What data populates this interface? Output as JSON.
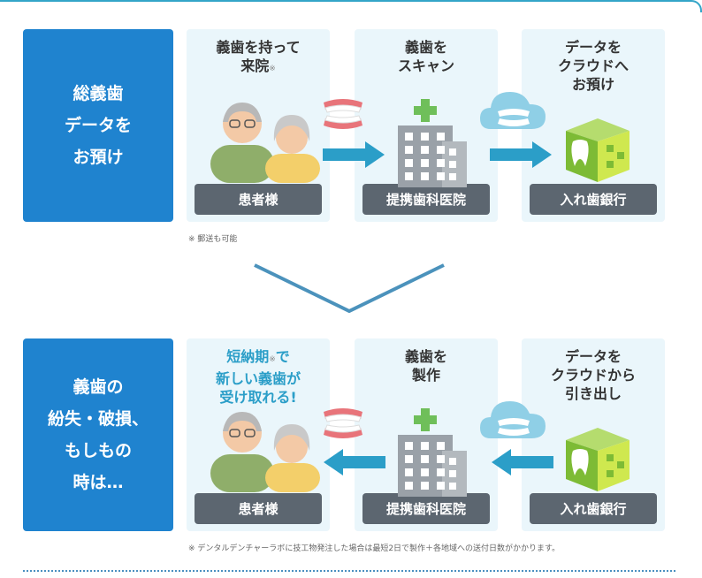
{
  "top": {
    "heading": "総義歯\nデータを\nお預け",
    "cards": [
      {
        "title": "義歯を持って\n来院",
        "mark": "※",
        "label": "患者様"
      },
      {
        "title": "義歯を\nスキャン",
        "label": "提携歯科医院"
      },
      {
        "title": "データを\nクラウドへ\nお預け",
        "label": "入れ歯銀行"
      }
    ],
    "note": "※ 郵送も可能"
  },
  "bottom": {
    "heading": "義歯の\n紛失・破損、\nもしもの\n時は…",
    "cards": [
      {
        "title_a": "短納期",
        "mark": "※",
        "title_b": "で\n新しい義歯が\n受け取れる!",
        "label": "患者様"
      },
      {
        "title": "義歯を\n製作",
        "label": "提携歯科医院"
      },
      {
        "title": "データを\nクラウドから\n引き出し",
        "label": "入れ歯銀行"
      }
    ],
    "note": "※ デンタルデンチャーラボに技工物発注した場合は最短2日で製作＋各地域への送付日数がかかります。"
  },
  "colors": {
    "accent": "#1f83cf",
    "card_bg": "#eaf6fb",
    "label_bg": "#5c6670",
    "arrow": "#2b9ec8",
    "highlight": "#2b9ec8",
    "bank_green": "#8cc63f"
  }
}
